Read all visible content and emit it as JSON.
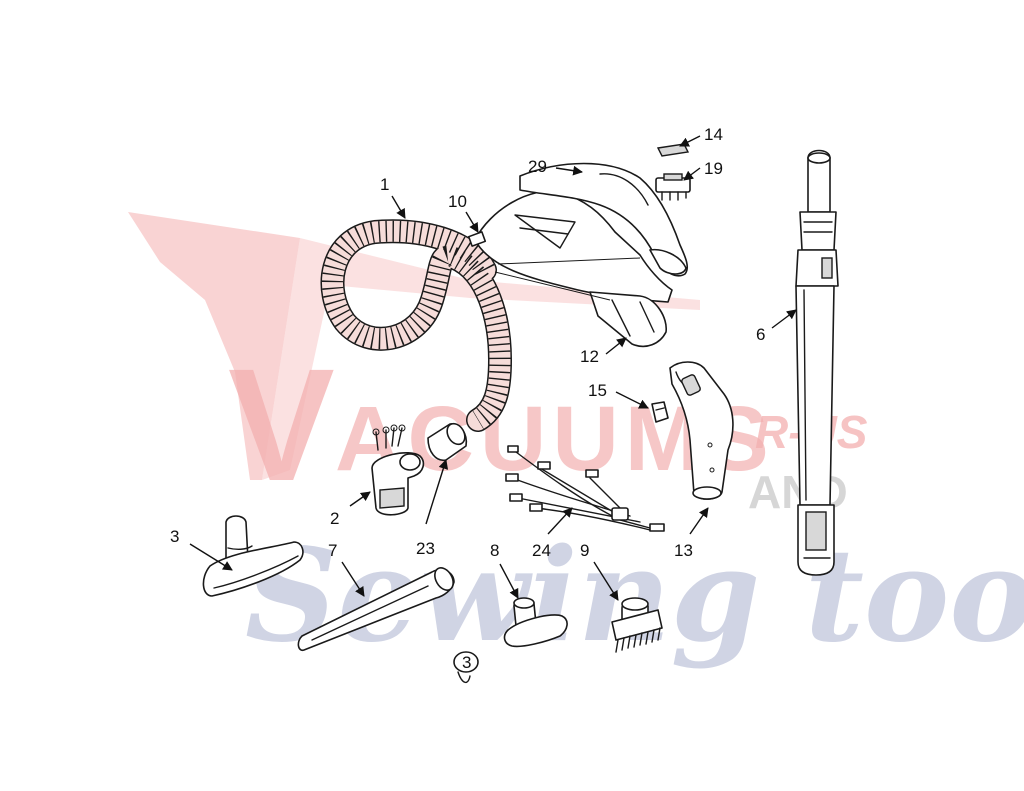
{
  "watermark": {
    "logo_v": "V",
    "logo_word": "ACUUMS",
    "logo_rus": "R-US",
    "logo_and": "AND",
    "logo_script": "Sewing too"
  },
  "callouts": {
    "p1": "1",
    "p2": "2",
    "p3": "3",
    "p6": "6",
    "p7": "7",
    "p8": "8",
    "p9": "9",
    "p10": "10",
    "p12": "12",
    "p13": "13",
    "p14": "14",
    "p15": "15",
    "p19": "19",
    "p23": "23",
    "p24": "24",
    "p29": "29",
    "p3_screw": "3"
  },
  "colors": {
    "watermark_red": "#f3b0b0",
    "watermark_grey": "#c9c9c9",
    "watermark_script": "#c8cde0",
    "line_art": "#1a1a1a"
  }
}
